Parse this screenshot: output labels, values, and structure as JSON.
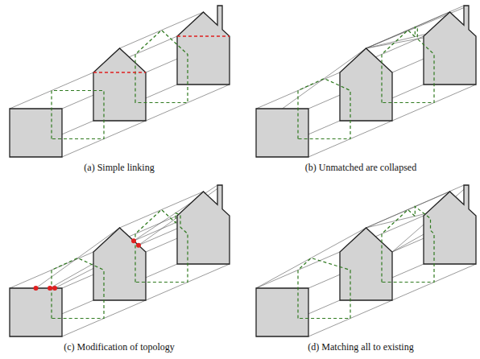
{
  "diagram": {
    "labels": [
      "(a) Simple linking",
      "(b) Unmatched are collapsed",
      "(c) Modification of topology",
      "(d) Matching all to existing"
    ]
  }
}
